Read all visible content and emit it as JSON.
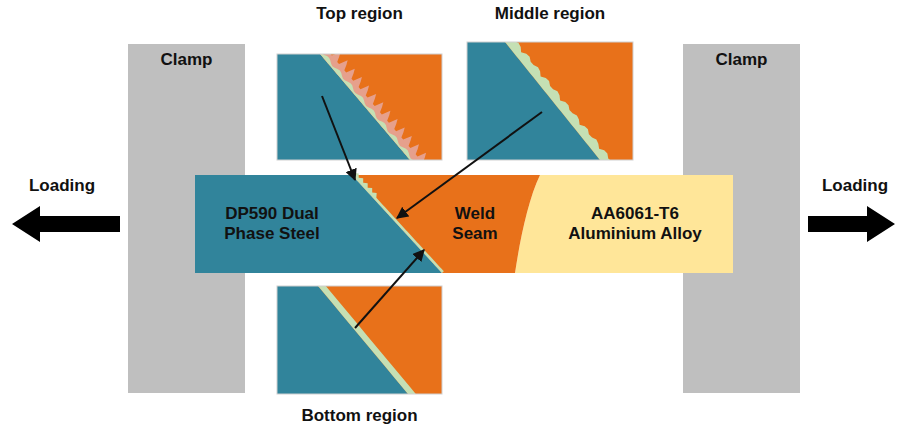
{
  "diagram": {
    "nodes": [
      {
        "text": [
          "Clamp"
        ]
      },
      {
        "text": [
          "Clamp"
        ]
      },
      {
        "text": [
          "Top region"
        ]
      },
      {
        "text": [
          "Middle region"
        ]
      },
      {
        "text": [
          "DP590 Dual Phase Steel"
        ]
      },
      {
        "text": [
          "Weld Seam"
        ]
      },
      {
        "text": [
          "AA6061-T6 Aluminium Alloy"
        ]
      },
      {
        "text": [
          "Bottom region"
        ]
      }
    ],
    "labels": [
      "Loading",
      "Loading"
    ]
  }
}
